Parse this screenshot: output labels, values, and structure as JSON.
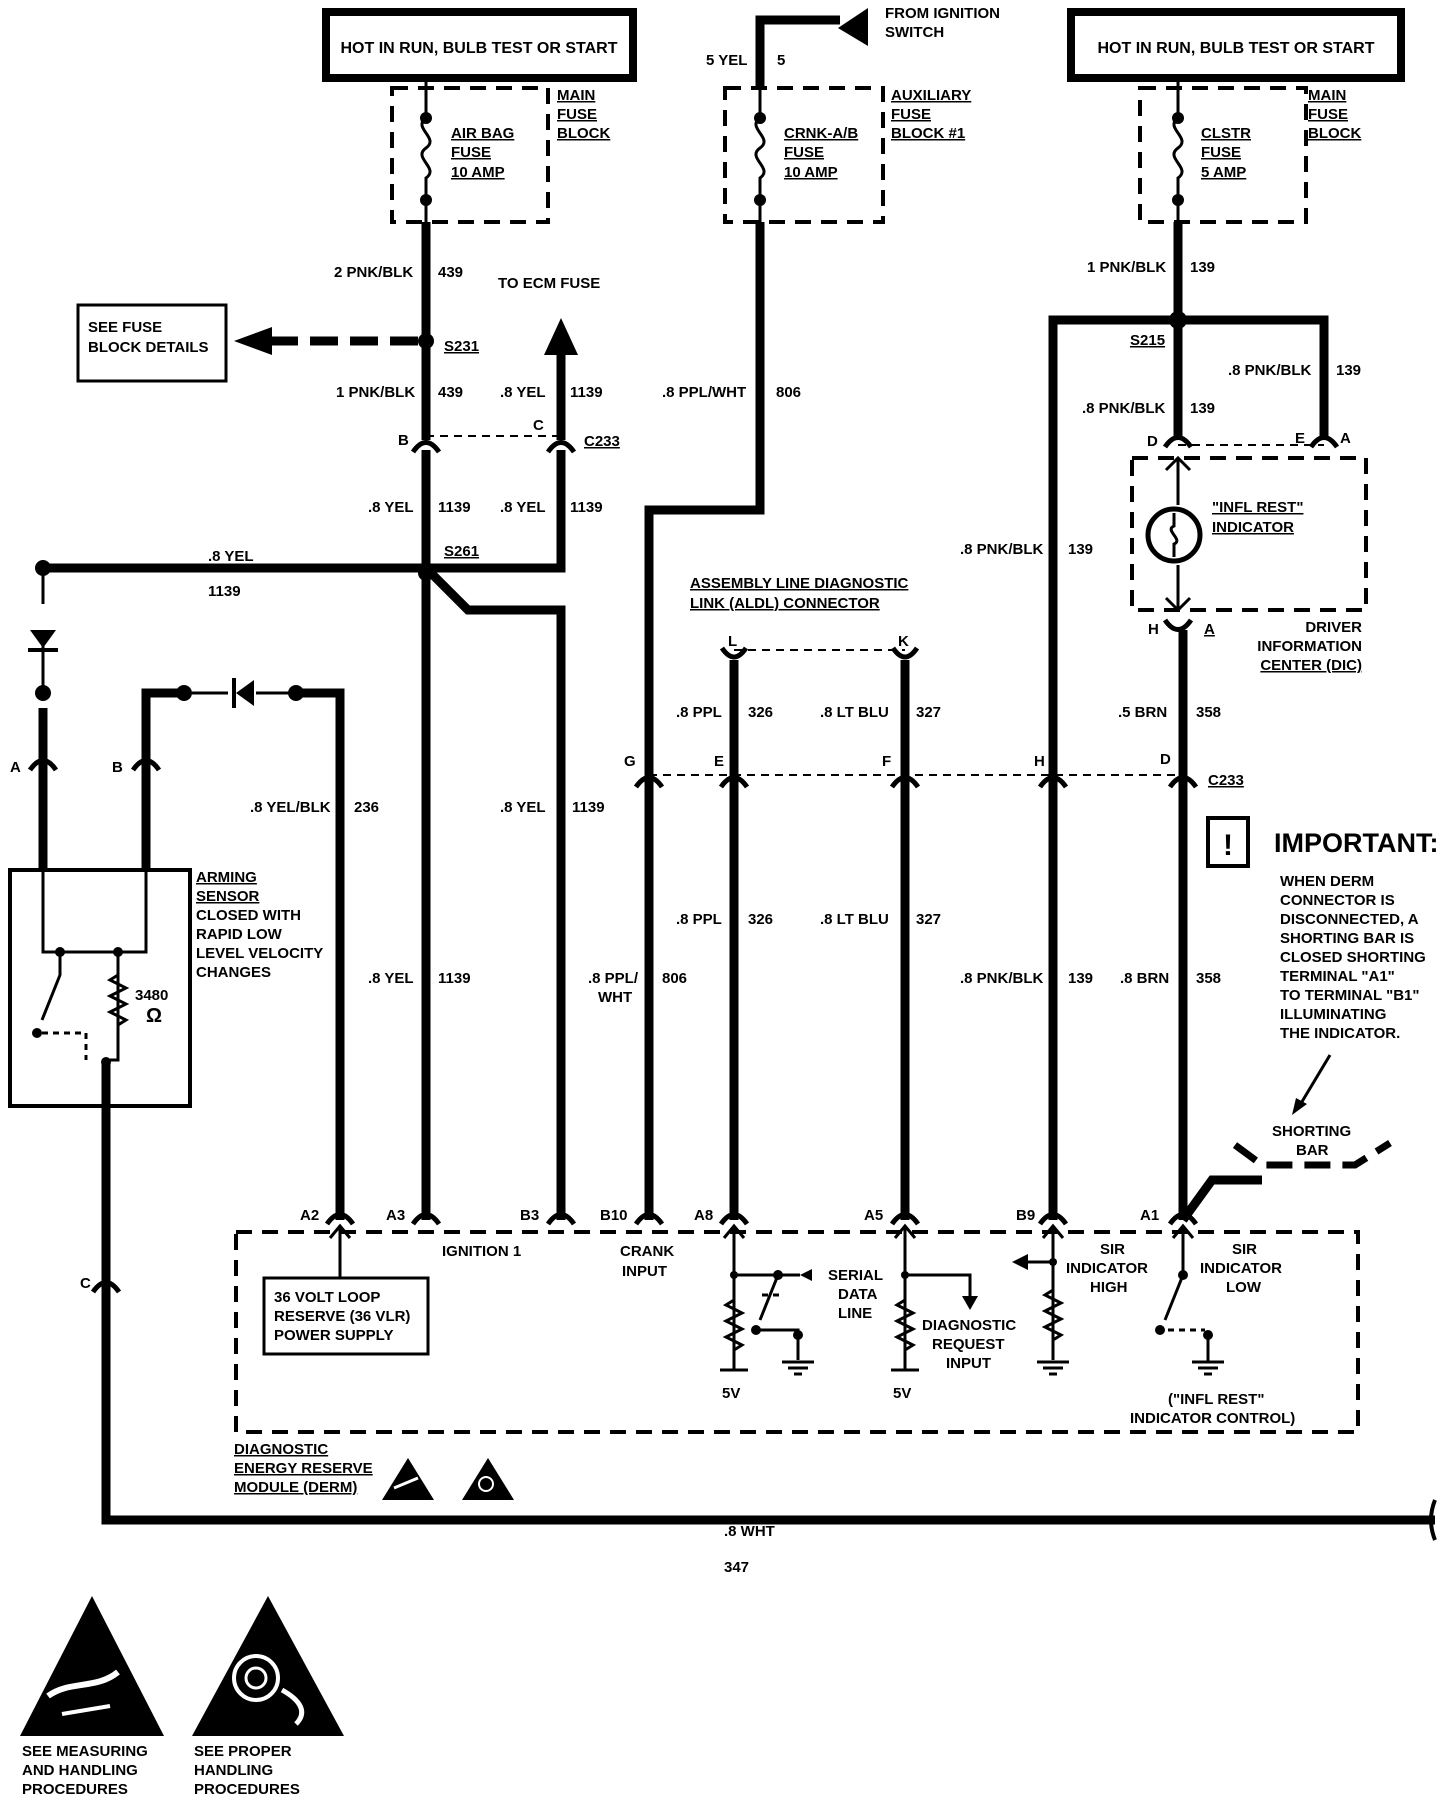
{
  "power": {
    "left": "HOT IN RUN, BULB TEST OR START",
    "right": "HOT IN RUN, BULB TEST OR START",
    "ignition_from": [
      "FROM IGNITION",
      "SWITCH"
    ],
    "ign_wire": "5 YEL",
    "ign_circuit": "5"
  },
  "fuses": {
    "airbag": [
      "AIR BAG",
      "FUSE",
      "10 AMP"
    ],
    "crnk": [
      "CRNK-A/B",
      "FUSE",
      "10 AMP"
    ],
    "clstr": [
      "CLSTR",
      "FUSE",
      "5 AMP"
    ],
    "main_block_1": [
      "MAIN",
      "FUSE",
      "BLOCK"
    ],
    "aux_block": [
      "AUXILIARY",
      "FUSE",
      "BLOCK #1"
    ],
    "main_block_2": [
      "MAIN",
      "FUSE",
      "BLOCK"
    ]
  },
  "wires": {
    "w1": {
      "color": "2 PNK/BLK",
      "circuit": "439"
    },
    "w2": {
      "color": "1 PNK/BLK",
      "circuit": "439"
    },
    "w3": {
      "color": ".8 YEL",
      "circuit": "1139"
    },
    "w4": {
      "color": ".8 YEL",
      "circuit": "1139"
    },
    "w5": {
      "color": ".8 YEL",
      "circuit": "1139"
    },
    "w6": {
      "color": ".8 PPL/WHT",
      "circuit": "806"
    },
    "w7": {
      "color": "1 PNK/BLK",
      "circuit": "139"
    },
    "w8": {
      "color": ".8 PNK/BLK",
      "circuit": "139"
    },
    "w9": {
      "color": ".8 PNK/BLK",
      "circuit": "139"
    },
    "w10": {
      "color": ".8 PNK/BLK",
      "circuit": "139"
    },
    "w11": {
      "color": ".8 YEL",
      "circuit": "1139"
    },
    "w12": {
      "color": ".5 BRN",
      "circuit": "358"
    },
    "w13": {
      "color": ".8 PPL",
      "circuit": "326"
    },
    "w14": {
      "color": ".8 LT BLU",
      "circuit": "327"
    },
    "w15": {
      "color": ".8 YEL/BLK",
      "circuit": "236"
    },
    "w16": {
      "color": ".8 YEL",
      "circuit": "1139"
    },
    "w17": {
      "color": ".8 PPL",
      "circuit": "326"
    },
    "w18": {
      "color": ".8 LT BLU",
      "circuit": "327"
    },
    "w19": {
      "color": ".8 YEL",
      "circuit": "1139"
    },
    "w20": {
      "color": ".8 PPL/",
      "color2": "WHT",
      "circuit": "806"
    },
    "w21": {
      "color": ".8 PNK/BLK",
      "circuit": "139"
    },
    "w22": {
      "color": ".8 BRN",
      "circuit": "358"
    },
    "w23": {
      "color": ".8 WHT",
      "circuit": "347"
    },
    "w24": {
      "color": ".8 YEL",
      "circuit": "1139"
    }
  },
  "splices": {
    "s231": "S231",
    "s261": "S261",
    "s215": "S215"
  },
  "connectors": {
    "c233a": "C233",
    "c233b": "C233"
  },
  "terminals": {
    "B": "B",
    "C": "C",
    "D": "D",
    "E": "E",
    "A": "A",
    "H": "H",
    "A2": "A",
    "L": "L",
    "K": "K",
    "G": "G",
    "E2": "E",
    "F": "F",
    "H2": "H",
    "D2": "D",
    "SA": "A",
    "SB": "B",
    "SC": "C",
    "pA2": "A2",
    "pA3": "A3",
    "pB3": "B3",
    "pB10": "B10",
    "pA8": "A8",
    "pA5": "A5",
    "pB9": "B9",
    "pA1": "A1"
  },
  "labels": {
    "see_fuse": [
      "SEE FUSE",
      "BLOCK DETAILS"
    ],
    "to_ecm": "TO ECM FUSE",
    "infl": [
      "\"INFL REST\"",
      "INDICATOR"
    ],
    "dic": [
      "DRIVER",
      "INFORMATION",
      "CENTER (DIC)"
    ],
    "aldl": [
      "ASSEMBLY LINE DIAGNOSTIC",
      "LINK (ALDL) CONNECTOR"
    ],
    "arming": [
      "ARMING",
      "SENSOR",
      "CLOSED WITH",
      "RAPID LOW",
      "LEVEL VELOCITY",
      "CHANGES"
    ],
    "resistor": [
      "3480",
      "Ω"
    ],
    "important": "IMPORTANT:",
    "important_text": [
      "WHEN DERM",
      "CONNECTOR IS",
      "DISCONNECTED, A",
      "SHORTING BAR IS",
      "CLOSED SHORTING",
      "TERMINAL \"A1\"",
      "TO TERMINAL \"B1\"",
      "ILLUMINATING",
      "THE INDICATOR."
    ],
    "shorting_bar": [
      "SHORTING",
      "BAR"
    ],
    "ignition1": "IGNITION 1",
    "crank": [
      "CRANK",
      "INPUT"
    ],
    "serial": [
      "SERIAL",
      "DATA",
      "LINE"
    ],
    "diag_req": [
      "DIAGNOSTIC",
      "REQUEST",
      "INPUT"
    ],
    "sir_high": [
      "SIR",
      "INDICATOR",
      "HIGH"
    ],
    "sir_low": [
      "SIR",
      "INDICATOR",
      "LOW"
    ],
    "infl_ctrl": [
      "(\"INFL REST\"",
      "INDICATOR CONTROL)"
    ],
    "vlr": [
      "36 VOLT LOOP",
      "RESERVE (36 VLR)",
      "POWER SUPPLY"
    ],
    "v5a": "5V",
    "v5b": "5V",
    "derm": [
      "DIAGNOSTIC",
      "ENERGY RESERVE",
      "MODULE (DERM)"
    ],
    "measure": [
      "SEE MEASURING",
      "AND HANDLING",
      "PROCEDURES"
    ],
    "proper": [
      "SEE PROPER",
      "HANDLING",
      "PROCEDURES"
    ]
  },
  "icons": [
    "esd-warning-icon",
    "airbag-warning-icon",
    "important-info-icon",
    "lamp-icon",
    "diode-icon",
    "ground-icon"
  ]
}
